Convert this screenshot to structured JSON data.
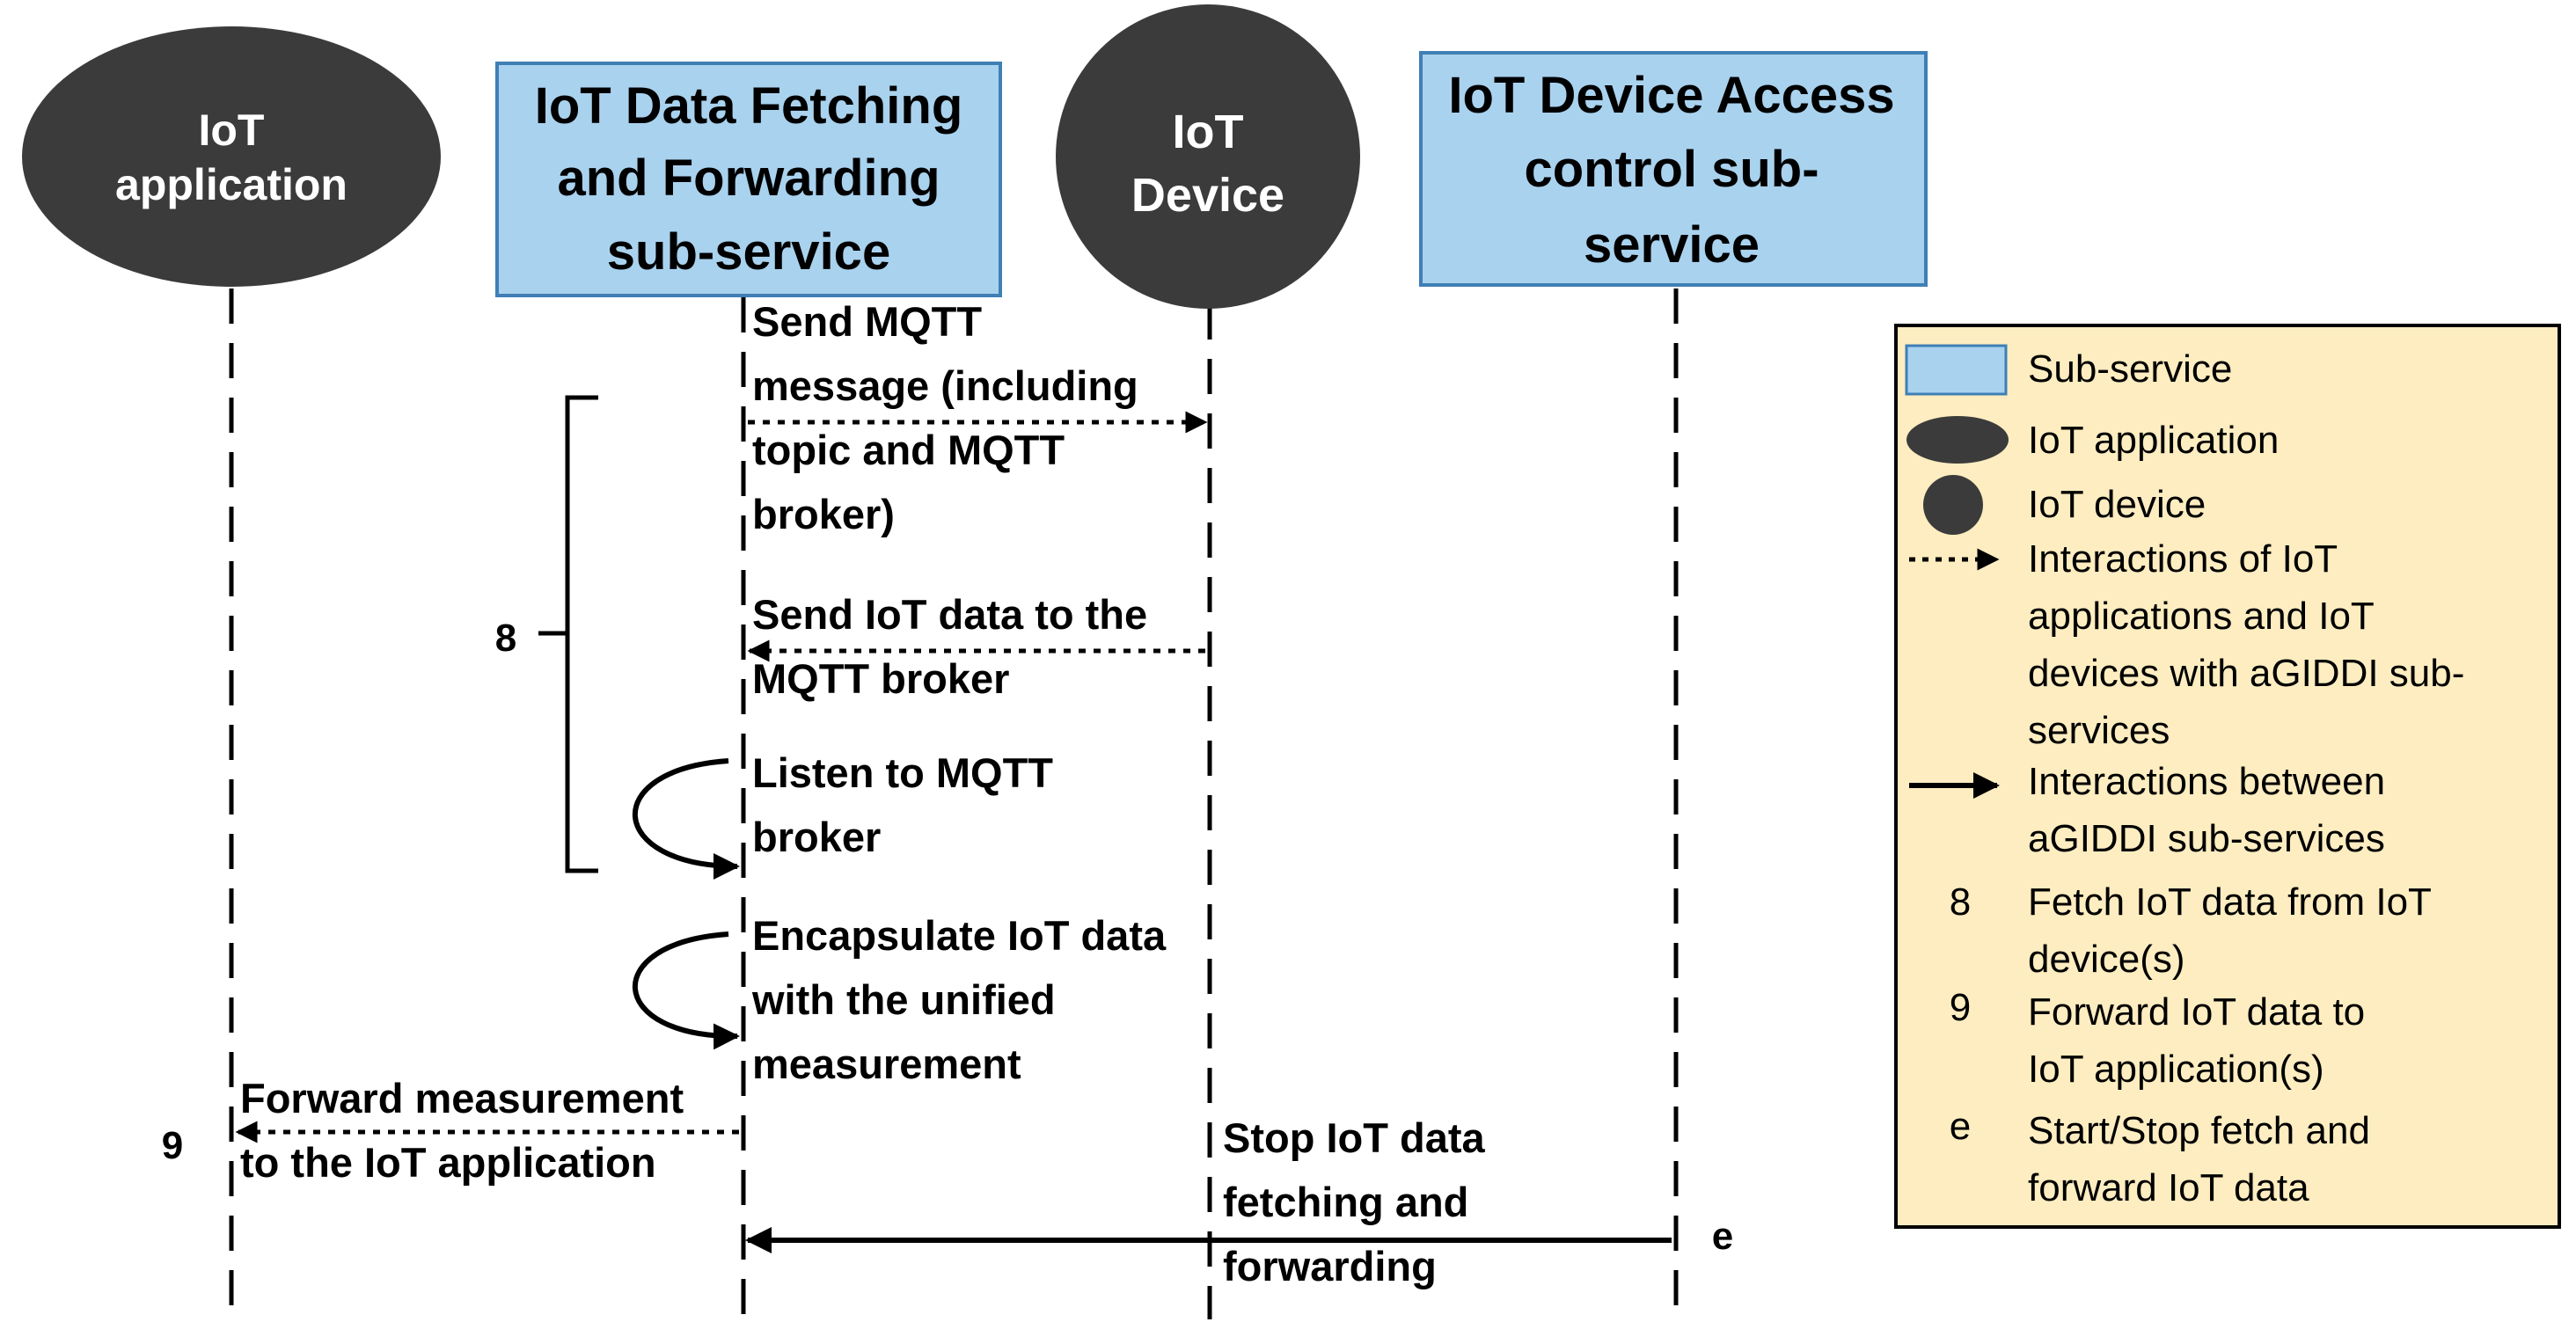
{
  "colors": {
    "actor_fill": "#3b3b3b",
    "actor_text": "#ffffff",
    "subservice_fill": "#a9d2ee",
    "subservice_stroke": "#3f7fb6",
    "legend_fill": "#fdedc0",
    "line": "#000000"
  },
  "participants": [
    {
      "id": "iot-application",
      "kind": "actor",
      "lines": [
        "IoT",
        "application"
      ]
    },
    {
      "id": "data-fetching",
      "kind": "subservice",
      "lines": [
        "IoT Data Fetching",
        "and Forwarding",
        "sub-service"
      ]
    },
    {
      "id": "iot-device",
      "kind": "actor",
      "lines": [
        "IoT",
        "Device"
      ]
    },
    {
      "id": "access-control",
      "kind": "subservice",
      "lines": [
        "IoT Device Access",
        "control sub-",
        "service"
      ]
    }
  ],
  "messages": [
    {
      "id": "send-mqtt-message",
      "style": "dotted",
      "direction": "to-device",
      "lines": [
        "Send MQTT",
        "message (including",
        "topic and MQTT",
        "broker)"
      ]
    },
    {
      "id": "send-iot-data",
      "style": "dotted",
      "direction": "from-device",
      "lines": [
        "Send IoT data to the",
        "MQTT broker"
      ]
    },
    {
      "id": "listen-mqtt",
      "style": "self",
      "lines": [
        "Listen to MQTT",
        "broker"
      ]
    },
    {
      "id": "encapsulate",
      "style": "self",
      "lines": [
        "Encapsulate IoT data",
        "with the unified",
        "measurement"
      ]
    },
    {
      "id": "forward-measurement",
      "style": "dotted",
      "direction": "to-application",
      "lines": [
        "Forward measurement",
        "to the IoT application"
      ]
    },
    {
      "id": "stop-fetching",
      "style": "solid",
      "direction": "to-fetching",
      "lines": [
        "Stop IoT data",
        "fetching and",
        "forwarding"
      ]
    }
  ],
  "step_labels": {
    "bracket": "8",
    "forward": "9",
    "control": "e"
  },
  "legend": {
    "items": [
      {
        "id": "subservice",
        "symbol": "rect",
        "lines": [
          "Sub-service"
        ]
      },
      {
        "id": "iot-application",
        "symbol": "ellipse",
        "lines": [
          "IoT application"
        ]
      },
      {
        "id": "iot-device",
        "symbol": "circle",
        "lines": [
          "IoT device"
        ]
      },
      {
        "id": "dotted-interaction",
        "symbol": "dotted-arrow",
        "lines": [
          "Interactions of IoT",
          "applications and IoT",
          "devices with aGIDDI sub-",
          "services"
        ]
      },
      {
        "id": "solid-interaction",
        "symbol": "solid-arrow",
        "lines": [
          "Interactions between",
          "aGIDDI sub-services"
        ]
      },
      {
        "id": "step-8",
        "symbol": "8",
        "lines": [
          "Fetch IoT data from IoT",
          "device(s)"
        ]
      },
      {
        "id": "step-9",
        "symbol": "9",
        "lines": [
          "Forward IoT data to",
          "IoT application(s)"
        ]
      },
      {
        "id": "step-e",
        "symbol": "e",
        "lines": [
          "Start/Stop fetch and",
          "forward IoT data"
        ]
      }
    ]
  }
}
